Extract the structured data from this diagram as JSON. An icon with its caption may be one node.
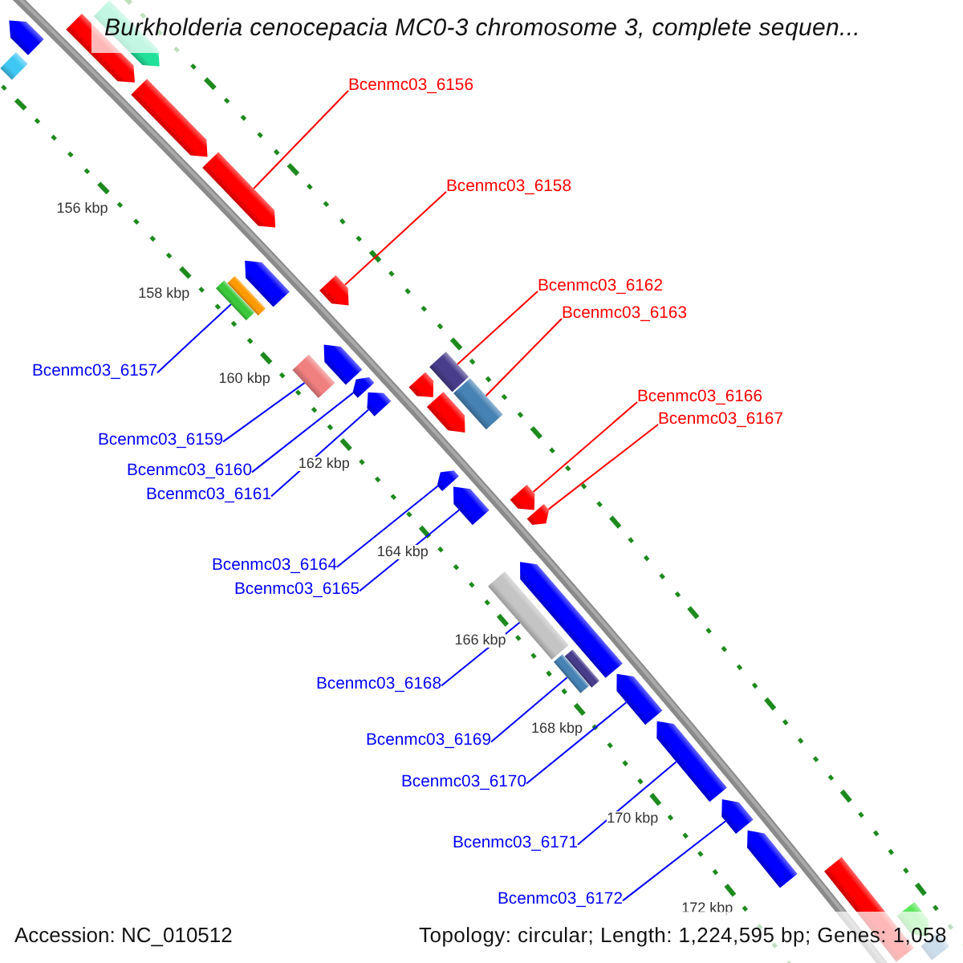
{
  "diagram": {
    "title": "Burkholderia cenocepacia MC0-3 chromosome 3, complete sequen...",
    "nodes": [
      {
        "text": [
          "Bcenmc03_6156"
        ]
      },
      {
        "text": [
          "Bcenmc03_6158"
        ]
      },
      {
        "text": [
          "Bcenmc03_6162"
        ]
      },
      {
        "text": [
          "Bcenmc03_6163"
        ]
      },
      {
        "text": [
          "Bcenmc03_6157"
        ]
      },
      {
        "text": [
          "Bcenmc03_6166"
        ]
      },
      {
        "text": [
          "Bcenmc03_6167"
        ]
      },
      {
        "text": [
          "Bcenmc03_6159"
        ]
      },
      {
        "text": [
          "Bcenmc03_6160"
        ]
      },
      {
        "text": [
          "Bcenmc03_6161"
        ]
      },
      {
        "text": [
          "Bcenmc03_6164"
        ]
      },
      {
        "text": [
          "Bcenmc03_6165"
        ]
      },
      {
        "text": [
          "Bcenmc03_6168"
        ]
      },
      {
        "text": [
          "Bcenmc03_6169"
        ]
      },
      {
        "text": [
          "Bcenmc03_6170"
        ]
      },
      {
        "text": [
          "Bcenmc03_6171"
        ]
      },
      {
        "text": [
          "Bcenmc03_6172"
        ]
      },
      {
        "text": [],
        "shape": "arrow"
      },
      {
        "text": [],
        "shape": "bar"
      },
      {
        "text": [],
        "shape": "arrow"
      },
      {
        "text": [],
        "shape": "arrow"
      },
      {
        "text": [],
        "shape": "arrow"
      },
      {
        "text": [],
        "shape": "arrow"
      },
      {
        "text": [],
        "shape": "bar"
      },
      {
        "text": [],
        "shape": "arrow"
      },
      {
        "text": [],
        "shape": "bar"
      },
      {
        "text": [],
        "shape": "arrow"
      },
      {
        "text": [],
        "shape": "bar"
      },
      {
        "text": [],
        "shape": "arrow"
      },
      {
        "text": [],
        "shape": "arrow"
      },
      {
        "text": [],
        "shape": "arrow"
      },
      {
        "text": [],
        "shape": "arrow"
      },
      {
        "text": [],
        "shape": "bar"
      },
      {
        "text": [],
        "shape": "arrow"
      },
      {
        "text": [],
        "shape": "bar"
      },
      {
        "text": [],
        "shape": "arrow"
      },
      {
        "text": [],
        "shape": "arrow"
      },
      {
        "text": [],
        "shape": "arrow"
      },
      {
        "text": [],
        "shape": "arrow"
      },
      {
        "text": [],
        "shape": "bar"
      },
      {
        "text": [],
        "shape": "arrow"
      },
      {
        "text": [],
        "shape": "bar"
      },
      {
        "text": [],
        "shape": "bar"
      },
      {
        "text": [],
        "shape": "arrow"
      },
      {
        "text": [],
        "shape": "arrow"
      },
      {
        "text": [],
        "shape": "arrow"
      },
      {
        "text": [],
        "shape": "arrow"
      },
      {
        "text": [],
        "shape": "arrow"
      },
      {
        "text": [],
        "shape": "bar"
      },
      {
        "text": [],
        "shape": "bar"
      }
    ],
    "edges": [
      {
        "from": 0,
        "to": 22,
        "arrow": "none",
        "color": "#ff0000"
      },
      {
        "from": 1,
        "to": 26,
        "arrow": "none",
        "color": "#ff0000"
      },
      {
        "from": 2,
        "to": 32,
        "arrow": "none",
        "color": "#ff0000"
      },
      {
        "from": 3,
        "to": 34,
        "arrow": "none",
        "color": "#ff0000"
      },
      {
        "from": 4,
        "to": 23,
        "arrow": "none"
      },
      {
        "from": 5,
        "to": 37,
        "arrow": "none",
        "color": "#ff0000"
      },
      {
        "from": 6,
        "to": 38,
        "arrow": "none",
        "color": "#ff0000"
      },
      {
        "from": 7,
        "to": 27,
        "arrow": "none"
      },
      {
        "from": 8,
        "to": 29,
        "arrow": "none"
      },
      {
        "from": 9,
        "to": 30,
        "arrow": "none"
      },
      {
        "from": 10,
        "to": 35,
        "arrow": "none"
      },
      {
        "from": 11,
        "to": 36,
        "arrow": "none"
      },
      {
        "from": 12,
        "to": 39,
        "arrow": "none"
      },
      {
        "from": 13,
        "to": 41,
        "arrow": "none"
      },
      {
        "from": 14,
        "to": 43,
        "arrow": "none"
      },
      {
        "from": 15,
        "to": 44,
        "arrow": "none"
      },
      {
        "from": 16,
        "to": 45,
        "arrow": "none"
      }
    ],
    "labels": [
      "156 kbp",
      "158 kbp",
      "160 kbp",
      "162 kbp",
      "164 kbp",
      "166 kbp",
      "168 kbp",
      "170 kbp",
      "172 kbp",
      "Accession: NC_010512",
      "Topology: circular; Length: 1,224,595 bp; Genes: 1,058"
    ]
  }
}
